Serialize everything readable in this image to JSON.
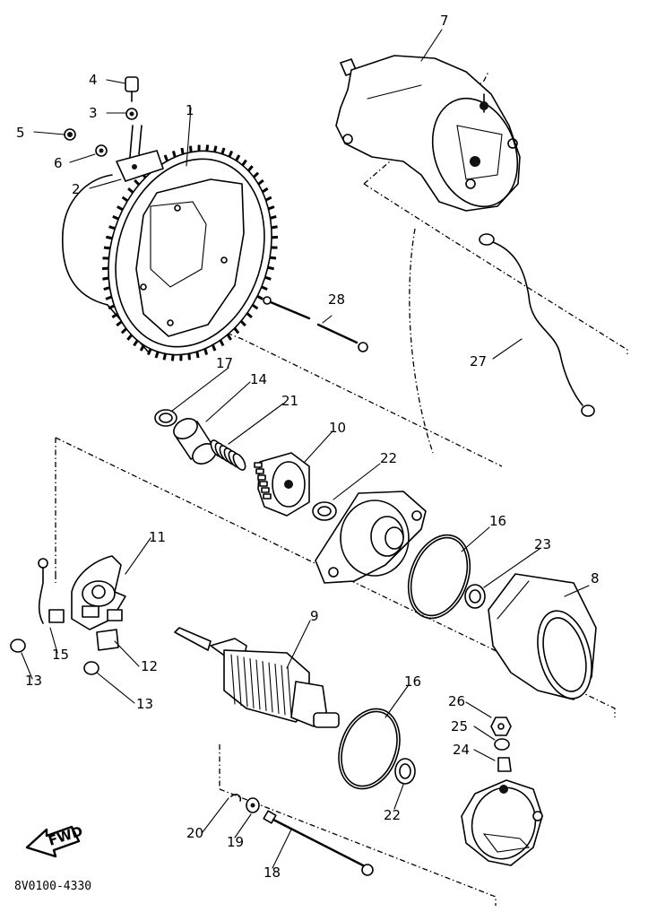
{
  "diagram": {
    "code": "8V0100-4330",
    "fwd_label": "FWD",
    "callouts": [
      {
        "id": "c1",
        "label": "1"
      },
      {
        "id": "c2",
        "label": "2"
      },
      {
        "id": "c3",
        "label": "3"
      },
      {
        "id": "c4",
        "label": "4"
      },
      {
        "id": "c5",
        "label": "5"
      },
      {
        "id": "c6",
        "label": "6"
      },
      {
        "id": "c7",
        "label": "7"
      },
      {
        "id": "c8",
        "label": "8"
      },
      {
        "id": "c9",
        "label": "9"
      },
      {
        "id": "c10",
        "label": "10"
      },
      {
        "id": "c11",
        "label": "11"
      },
      {
        "id": "c12",
        "label": "12"
      },
      {
        "id": "c13a",
        "label": "13"
      },
      {
        "id": "c13b",
        "label": "13"
      },
      {
        "id": "c14",
        "label": "14"
      },
      {
        "id": "c15",
        "label": "15"
      },
      {
        "id": "c16a",
        "label": "16"
      },
      {
        "id": "c16b",
        "label": "16"
      },
      {
        "id": "c17",
        "label": "17"
      },
      {
        "id": "c18",
        "label": "18"
      },
      {
        "id": "c19",
        "label": "19"
      },
      {
        "id": "c20",
        "label": "20"
      },
      {
        "id": "c21",
        "label": "21"
      },
      {
        "id": "c22a",
        "label": "22"
      },
      {
        "id": "c22b",
        "label": "22"
      },
      {
        "id": "c23",
        "label": "23"
      },
      {
        "id": "c24",
        "label": "24"
      },
      {
        "id": "c25",
        "label": "25"
      },
      {
        "id": "c26",
        "label": "26"
      },
      {
        "id": "c27",
        "label": "27"
      },
      {
        "id": "c28",
        "label": "28"
      }
    ]
  }
}
